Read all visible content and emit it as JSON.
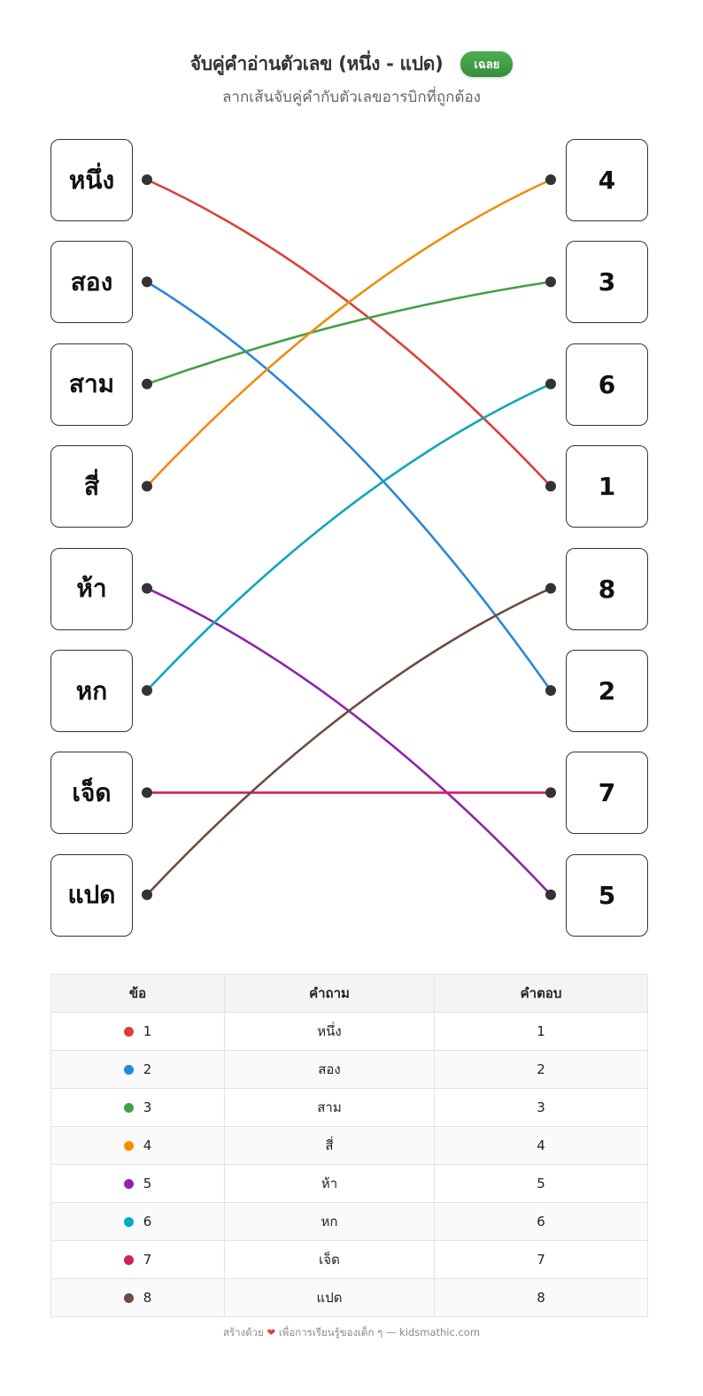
{
  "header": {
    "title": "จับคู่คำอ่านตัวเลข (หนึ่ง - แปด)",
    "answer_button": "เฉลย",
    "subtitle": "ลากเส้นจับคู่คำกับตัวเลขอารบิกที่ถูกต้อง"
  },
  "left_words": [
    "หนึ่ง",
    "สอง",
    "สาม",
    "สี่",
    "ห้า",
    "หก",
    "เจ็ด",
    "แปด"
  ],
  "right_numbers": [
    "4",
    "3",
    "6",
    "1",
    "8",
    "2",
    "7",
    "5"
  ],
  "connections": [
    {
      "from": 0,
      "to": 3,
      "color": "#d9413a"
    },
    {
      "from": 1,
      "to": 5,
      "color": "#2a87d8"
    },
    {
      "from": 2,
      "to": 1,
      "color": "#43a047"
    },
    {
      "from": 3,
      "to": 0,
      "color": "#ef8c0e"
    },
    {
      "from": 4,
      "to": 7,
      "color": "#8e24aa"
    },
    {
      "from": 5,
      "to": 2,
      "color": "#10a5bb"
    },
    {
      "from": 6,
      "to": 6,
      "color": "#d81b60"
    },
    {
      "from": 7,
      "to": 4,
      "color": "#6d4c41"
    }
  ],
  "table": {
    "headers": [
      "ข้อ",
      "คำถาม",
      "คำตอบ"
    ],
    "rows": [
      {
        "no": "1",
        "color": "#e53935",
        "question": "หนึ่ง",
        "answer": "1"
      },
      {
        "no": "2",
        "color": "#1e88e5",
        "question": "สอง",
        "answer": "2"
      },
      {
        "no": "3",
        "color": "#43a047",
        "question": "สาม",
        "answer": "3"
      },
      {
        "no": "4",
        "color": "#fb8c00",
        "question": "สี่",
        "answer": "4"
      },
      {
        "no": "5",
        "color": "#8e24aa",
        "question": "ห้า",
        "answer": "5"
      },
      {
        "no": "6",
        "color": "#00acc1",
        "question": "หก",
        "answer": "6"
      },
      {
        "no": "7",
        "color": "#d81b60",
        "question": "เจ็ด",
        "answer": "7"
      },
      {
        "no": "8",
        "color": "#6d4c41",
        "question": "แปด",
        "answer": "8"
      }
    ]
  },
  "footer": {
    "prefix": "สร้างด้วย",
    "heart": "❤",
    "suffix": "เพื่อการเรียนรู้ของเด็ก ๆ — kidsmathic.com"
  }
}
